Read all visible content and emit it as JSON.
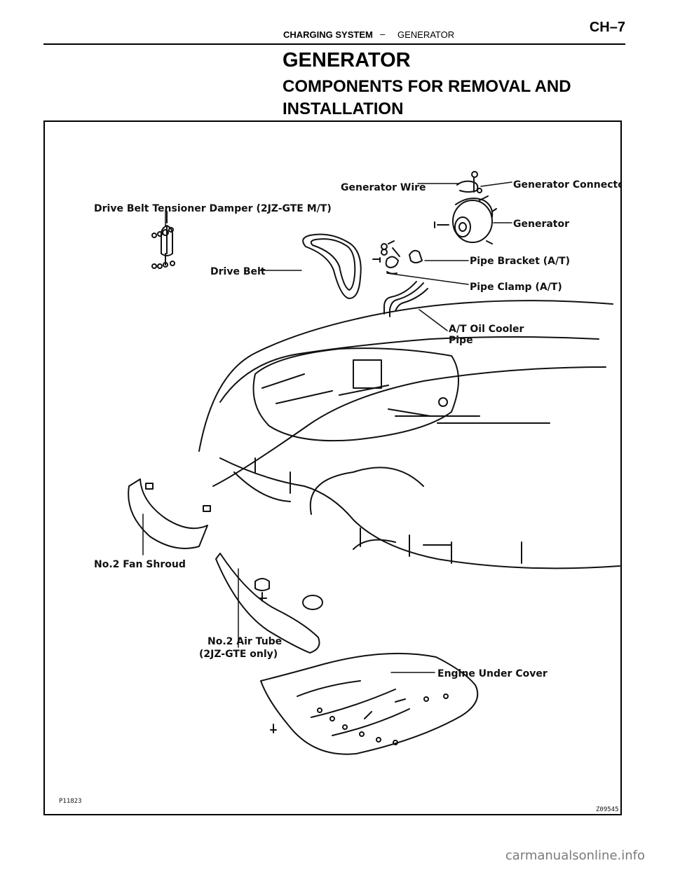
{
  "header": {
    "section": "CHARGING SYSTEM",
    "separator": "–",
    "topic": "GENERATOR",
    "page": "CH–7"
  },
  "title": "GENERATOR",
  "subtitle": "COMPONENTS FOR REMOVAL AND INSTALLATION",
  "figure": {
    "labels": {
      "generator_wire": "Generator Wire",
      "generator_connector": "Generator Connector",
      "drive_belt_tensioner_damper": "Drive Belt Tensioner Damper (2JZ-GTE M/T)",
      "generator": "Generator",
      "pipe_bracket": "Pipe Bracket (A/T)",
      "drive_belt": "Drive Belt",
      "pipe_clamp": "Pipe Clamp (A/T)",
      "oil_cooler_pipe_1": "A/T Oil Cooler",
      "oil_cooler_pipe_2": "Pipe",
      "no2_fan_shroud": "No.2 Fan Shroud",
      "no2_air_tube_1": "No.2 Air Tube",
      "no2_air_tube_2": "(2JZ-GTE only)",
      "engine_under_cover": "Engine Under Cover"
    },
    "figure_code": "P11823",
    "corner_code": "Z09545"
  },
  "watermark": "carmanualsonline.info"
}
